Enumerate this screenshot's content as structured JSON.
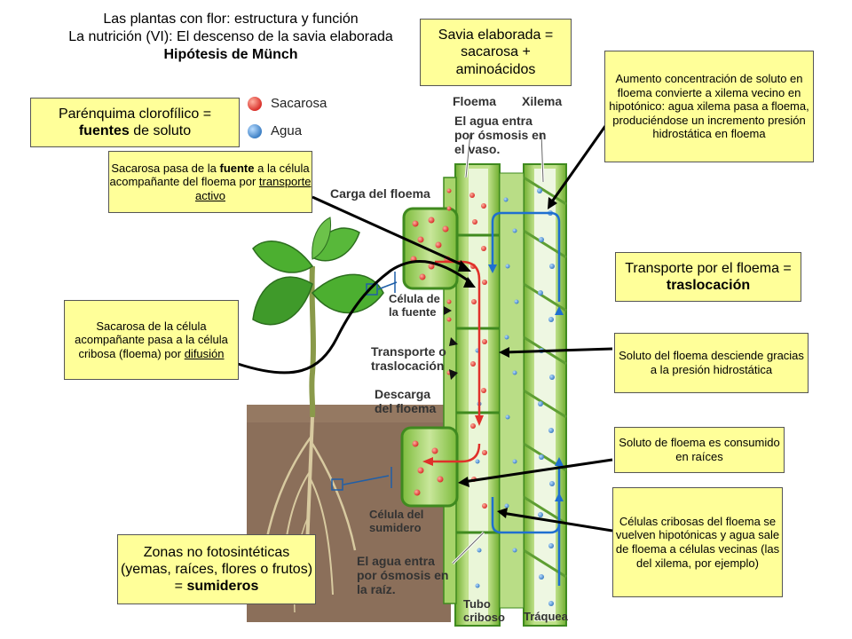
{
  "title": {
    "line1": "Las plantas con flor: estructura y función",
    "line2": "La nutrición (VI): El descenso de la savia elaborada",
    "line3": "Hipótesis de Münch"
  },
  "legend": [
    {
      "label": "Sacarosa",
      "color": "#d9302a"
    },
    {
      "label": "Agua",
      "color": "#3d7fc4"
    }
  ],
  "boxes": {
    "savia": {
      "text": "Savia elaborada = sacarosa + aminoácidos"
    },
    "parenquima": {
      "pre": "Parénquima clorofílico =",
      "bold": "fuentes",
      "post": "de soluto"
    },
    "carga": {
      "pre": "Sacarosa pasa de la",
      "bold": "fuente",
      "mid": "a la célula acompañante del floema por",
      "underline": "transporte activo"
    },
    "difusion": {
      "pre": "Sacarosa de la célula acompañante pasa a la célula cribosa (floema) por",
      "underline": "difusión"
    },
    "aumento": {
      "text": "Aumento concentración de soluto en floema convierte a xilema vecino en hipotónico: agua xilema pasa a floema, produciéndose un incremento presión hidrostática en floema"
    },
    "transporte": {
      "pre": "Transporte por el floema =",
      "bold": "traslocación"
    },
    "soluto_desciende": {
      "text": "Soluto del floema desciende gracias a la presión hidrostática"
    },
    "soluto_consumido": {
      "text": "Soluto de floema es consumido en raíces"
    },
    "celulas_cribosas": {
      "text": "Células cribosas del floema se vuelven hipotónicas y agua sale de floema a células vecinas (las del xilema, por ejemplo)"
    },
    "zonas": {
      "pre": "Zonas no fotosintéticas (yemas, raíces, flores o frutos) =",
      "bold": "sumideros"
    }
  },
  "diagram_labels": {
    "floema": "Floema",
    "xilema": "Xilema",
    "agua_entra_vaso": "El agua entra por ósmosis en el vaso.",
    "carga_floema": "Carga del floema",
    "celula_fuente": "Célula de la fuente",
    "transporte": "Transporte o traslocación",
    "descarga": "Descarga del floema",
    "celula_sumidero": "Célula del sumidero",
    "agua_entra_raiz": "El agua entra por ósmosis en la raíz.",
    "tubo_criboso": "Tubo criboso",
    "traquea": "Tráquea"
  },
  "colors": {
    "box_fill": "#ffff99",
    "tube_green": "#8cc63f",
    "tube_dark": "#2e7d32",
    "sucrose": "#d9302a",
    "water": "#3d7fc4",
    "soil": "#8b6f5a"
  }
}
